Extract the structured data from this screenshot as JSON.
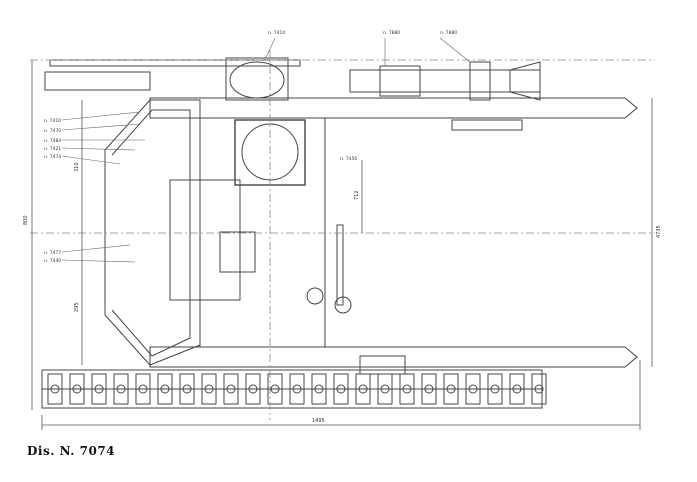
{
  "caption": "Dis. N. 7074",
  "callouts": {
    "top_left": "n. 7414",
    "top_mid": "n. 7880",
    "top_right": "n. 7880",
    "left_1": "n. 7410",
    "left_2": "n. 7470",
    "left_3": "n. 7484",
    "left_4": "n. 7421",
    "left_5": "n. 7474",
    "left_6": "n. 7477",
    "left_7": "n. 7440",
    "center": "n. 7456"
  },
  "dimensions": {
    "overall_height": "800",
    "upper_offset": "310",
    "lower_offset": "295",
    "right_height": "4735",
    "inner_height": "712",
    "bottom_width": "1495"
  },
  "colors": {
    "ink": "#333333",
    "paper": "#ffffff"
  }
}
